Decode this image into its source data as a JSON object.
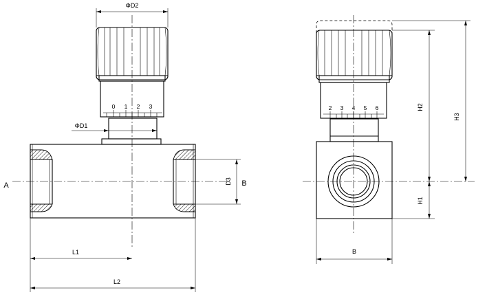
{
  "labels": {
    "port_a": "A",
    "port_b": "B",
    "d1": "ΦD1",
    "d2": "ΦD2",
    "d3": "D3",
    "l1": "L1",
    "l2": "L2",
    "width_b": "B",
    "h1": "H1",
    "h2": "H2",
    "h3": "H3"
  },
  "front_scale": [
    "0",
    "1",
    "2",
    "3"
  ],
  "side_scale": [
    "2",
    "3",
    "4",
    "5",
    "6"
  ]
}
